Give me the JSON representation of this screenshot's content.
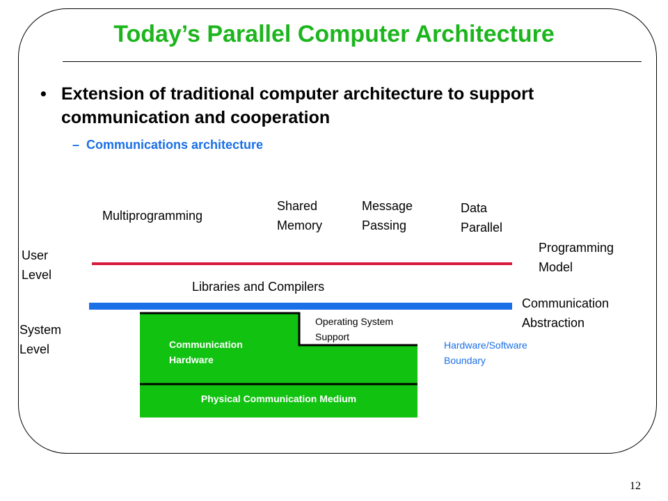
{
  "slide": {
    "title": "Today’s Parallel Computer Architecture",
    "bullet": "Extension of traditional computer architecture to support communication and cooperation",
    "bullet_marker": "•",
    "sub_marker": "–",
    "sub_bullet": "Communications architecture",
    "page_number": "12"
  },
  "diagram": {
    "models": [
      "Multiprogramming",
      "Shared Memory",
      "Message Passing",
      "Data Parallel"
    ],
    "user_level": "User Level",
    "system_level": "System Level",
    "programming_model": "Programming Model",
    "libraries": "Libraries and Compilers",
    "communication_abstraction": "Communication Abstraction",
    "os_support": "Operating System Support",
    "comm_hardware": "Communication Hardware",
    "hw_sw_boundary": "Hardware/Software Boundary",
    "physical_medium": "Physical Communication Medium"
  },
  "colors": {
    "title": "#1db51d",
    "accent_blue": "#1a6fe6",
    "programming_model_line": "#d81b3c",
    "abstraction_bar": "#1a6fe6",
    "hardware_fill": "#11c211"
  }
}
